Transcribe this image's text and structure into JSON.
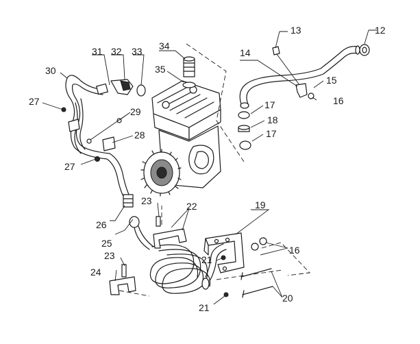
{
  "diagram": {
    "callouts": [
      {
        "id": "c12",
        "label": "12"
      },
      {
        "id": "c13",
        "label": "13"
      },
      {
        "id": "c14",
        "label": "14"
      },
      {
        "id": "c15",
        "label": "15"
      },
      {
        "id": "c16a",
        "label": "16"
      },
      {
        "id": "c17a",
        "label": "17"
      },
      {
        "id": "c18",
        "label": "18"
      },
      {
        "id": "c17b",
        "label": "17"
      },
      {
        "id": "c19",
        "label": "19"
      },
      {
        "id": "c16b",
        "label": "16"
      },
      {
        "id": "c20",
        "label": "20"
      },
      {
        "id": "c21a",
        "label": "21"
      },
      {
        "id": "c21b",
        "label": "21"
      },
      {
        "id": "c22",
        "label": "22"
      },
      {
        "id": "c23a",
        "label": "23"
      },
      {
        "id": "c23b",
        "label": "23"
      },
      {
        "id": "c24",
        "label": "24"
      },
      {
        "id": "c25",
        "label": "25"
      },
      {
        "id": "c26",
        "label": "26"
      },
      {
        "id": "c27a",
        "label": "27"
      },
      {
        "id": "c27b",
        "label": "27"
      },
      {
        "id": "c28",
        "label": "28"
      },
      {
        "id": "c29",
        "label": "29"
      },
      {
        "id": "c30",
        "label": "30"
      },
      {
        "id": "c31",
        "label": "31"
      },
      {
        "id": "c32",
        "label": "32"
      },
      {
        "id": "c33",
        "label": "33"
      },
      {
        "id": "c34",
        "label": "34"
      },
      {
        "id": "c35",
        "label": "35"
      }
    ]
  }
}
